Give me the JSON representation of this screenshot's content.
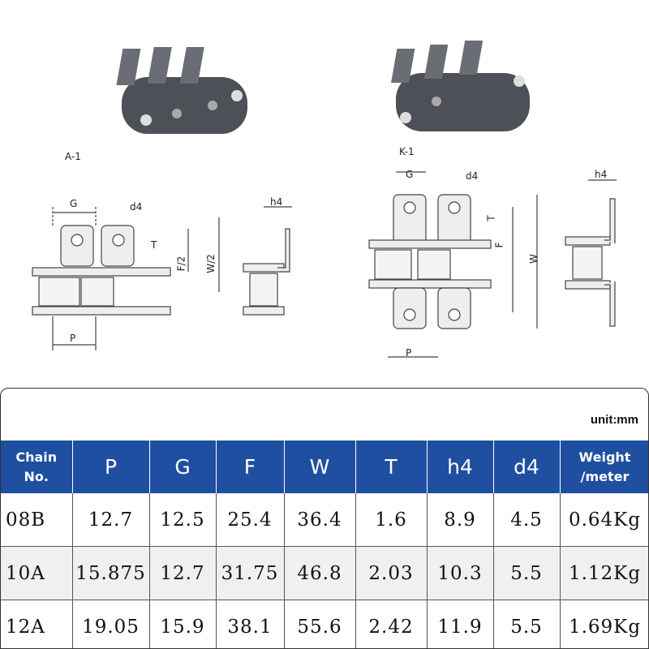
{
  "figure": {
    "label_a": "A-1",
    "label_k": "K-1",
    "dim_labels": {
      "g": "G",
      "d4": "d4",
      "t": "T",
      "f2": "F/2",
      "w2": "W/2",
      "p": "P",
      "h4": "h4",
      "f": "F",
      "w": "W"
    }
  },
  "table": {
    "unit": "unit:mm",
    "headers": [
      {
        "line1": "Chain",
        "line2": "No."
      },
      {
        "line1": "P"
      },
      {
        "line1": "G"
      },
      {
        "line1": "F"
      },
      {
        "line1": "W"
      },
      {
        "line1": "T"
      },
      {
        "line1": "h4"
      },
      {
        "line1": "d4"
      },
      {
        "line1": "Weight",
        "line2": "/meter"
      }
    ],
    "rows": [
      [
        "08B",
        "12.7",
        "12.5",
        "25.4",
        "36.4",
        "1.6",
        "8.9",
        "4.5",
        "0.64Kg"
      ],
      [
        "10A",
        "15.875",
        "12.7",
        "31.75",
        "46.8",
        "2.03",
        "10.3",
        "5.5",
        "1.12Kg"
      ],
      [
        "12A",
        "19.05",
        "15.9",
        "38.1",
        "55.6",
        "2.42",
        "11.9",
        "5.5",
        "1.69Kg"
      ]
    ]
  },
  "colors": {
    "header_bg": "#1f4fa0",
    "metal": "#5a5d63"
  }
}
